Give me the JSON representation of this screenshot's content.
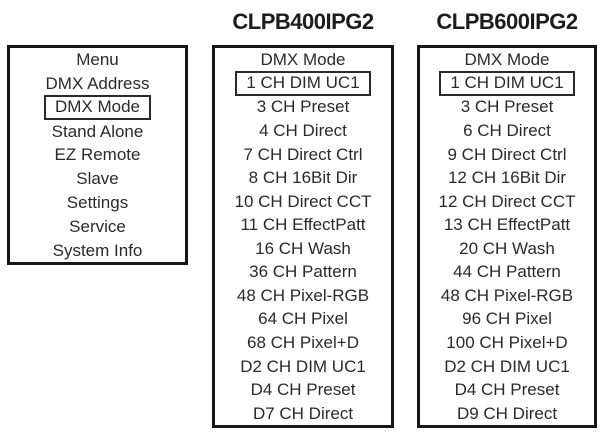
{
  "figure_name": "dmx-mode-menu-structure",
  "colors": {
    "background": "#ffffff",
    "panel_border": "#161616",
    "text": "#2a2a2a",
    "selected_item_border": "#2a2a2a"
  },
  "headers": [
    "CLPB400IPG2",
    "CLPB600IPG2"
  ],
  "panels": [
    {
      "id": "main-menu",
      "items": [
        {
          "label": "Menu",
          "boxed": false
        },
        {
          "label": "DMX Address",
          "boxed": false
        },
        {
          "label": "DMX Mode",
          "boxed": true
        },
        {
          "label": "Stand Alone",
          "boxed": false
        },
        {
          "label": "EZ Remote",
          "boxed": false
        },
        {
          "label": "Slave",
          "boxed": false
        },
        {
          "label": "Settings",
          "boxed": false
        },
        {
          "label": "Service",
          "boxed": false
        },
        {
          "label": "System Info",
          "boxed": false
        }
      ]
    },
    {
      "id": "dmx-mode-clpb400ipg2",
      "device": "CLPB400IPG2",
      "items": [
        {
          "label": "DMX Mode",
          "boxed": false
        },
        {
          "label": "1 CH DIM UC1",
          "boxed": true
        },
        {
          "label": "3 CH Preset",
          "boxed": false
        },
        {
          "label": "4 CH Direct",
          "boxed": false
        },
        {
          "label": "7 CH Direct Ctrl",
          "boxed": false
        },
        {
          "label": "8 CH 16Bit Dir",
          "boxed": false
        },
        {
          "label": "10 CH Direct CCT",
          "boxed": false
        },
        {
          "label": "11 CH EffectPatt",
          "boxed": false
        },
        {
          "label": "16 CH Wash",
          "boxed": false
        },
        {
          "label": "36 CH Pattern",
          "boxed": false
        },
        {
          "label": "48 CH Pixel-RGB",
          "boxed": false
        },
        {
          "label": "64 CH Pixel",
          "boxed": false
        },
        {
          "label": "68 CH Pixel+D",
          "boxed": false
        },
        {
          "label": "D2 CH DIM UC1",
          "boxed": false
        },
        {
          "label": "D4 CH Preset",
          "boxed": false
        },
        {
          "label": "D7 CH Direct",
          "boxed": false
        }
      ]
    },
    {
      "id": "dmx-mode-clpb600ipg2",
      "device": "CLPB600IPG2",
      "items": [
        {
          "label": "DMX Mode",
          "boxed": false
        },
        {
          "label": "1 CH DIM UC1",
          "boxed": true
        },
        {
          "label": "3 CH Preset",
          "boxed": false
        },
        {
          "label": "6 CH Direct",
          "boxed": false
        },
        {
          "label": "9 CH Direct Ctrl",
          "boxed": false
        },
        {
          "label": "12 CH 16Bit Dir",
          "boxed": false
        },
        {
          "label": "12 CH Direct CCT",
          "boxed": false
        },
        {
          "label": "13 CH EffectPatt",
          "boxed": false
        },
        {
          "label": "20 CH Wash",
          "boxed": false
        },
        {
          "label": "44 CH Pattern",
          "boxed": false
        },
        {
          "label": "48 CH Pixel-RGB",
          "boxed": false
        },
        {
          "label": "96 CH Pixel",
          "boxed": false
        },
        {
          "label": "100 CH Pixel+D",
          "boxed": false
        },
        {
          "label": "D2 CH DIM UC1",
          "boxed": false
        },
        {
          "label": "D4 CH Preset",
          "boxed": false
        },
        {
          "label": "D9 CH Direct",
          "boxed": false
        }
      ]
    }
  ]
}
